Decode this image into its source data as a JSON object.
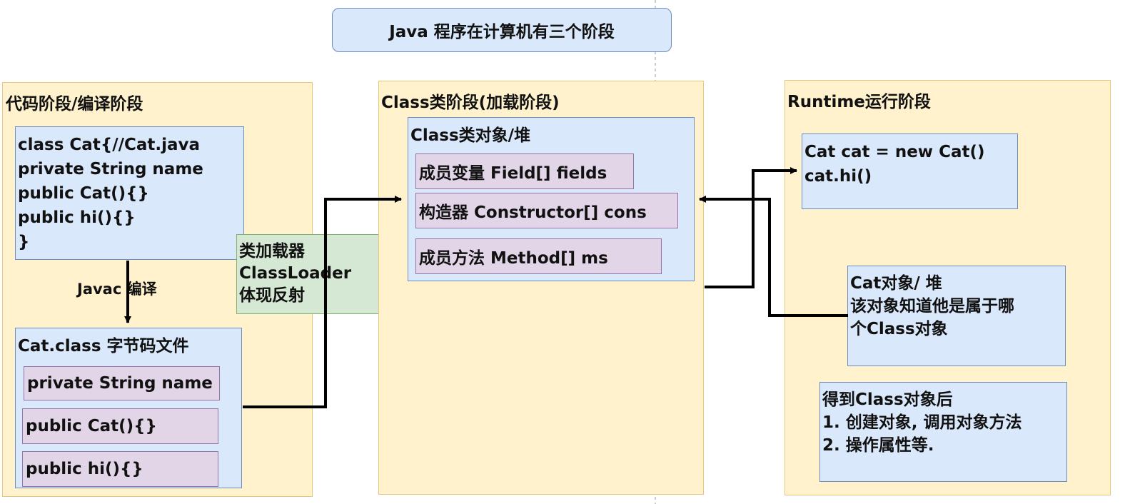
{
  "title": "Java 程序在计算机有三个阶段",
  "stage1": {
    "title": "代码阶段/编译阶段",
    "source_lines": [
      "class Cat{//Cat.java",
      "private String name",
      "public Cat(){}",
      "public hi(){}",
      "}"
    ],
    "compile_label": "Javac 编译",
    "bytecode_title": "Cat.class 字节码文件",
    "bytecode_items": [
      "private String name",
      "public Cat(){}",
      "public hi(){}"
    ]
  },
  "classloader": {
    "lines": [
      "类加载器",
      "ClassLoader",
      "体现反射"
    ]
  },
  "stage2": {
    "title": "Class类阶段(加载阶段)",
    "box_title": "Class类对象/堆",
    "items": [
      "成员变量 Field[] fields",
      "构造器 Constructor[] cons",
      "成员方法 Method[] ms"
    ]
  },
  "stage3": {
    "title": "Runtime运行阶段",
    "code_lines": [
      "Cat cat = new Cat()",
      "cat.hi()"
    ],
    "object_lines": [
      "Cat对象/ 堆",
      "该对象知道他是属于哪",
      "个Class对象"
    ],
    "after_lines": [
      "得到Class对象后",
      "1. 创建对象, 调用对象方法",
      "2. 操作属性等."
    ]
  },
  "colors": {
    "stage_fill": "#fff2cc",
    "blue_fill": "#dae8fc",
    "purple_fill": "#e1d5e7",
    "green_fill": "#d5e8d4"
  }
}
